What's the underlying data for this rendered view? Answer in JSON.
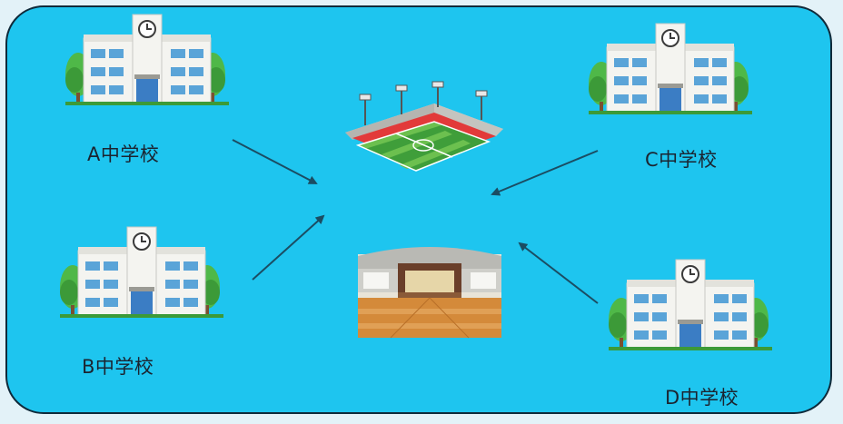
{
  "schools": [
    {
      "label": "A中学校"
    },
    {
      "label": "B中学校"
    },
    {
      "label": "C中学校"
    },
    {
      "label": "D中学校"
    }
  ],
  "colors": {
    "panel": "#1ec5ef",
    "border": "#0f2a3a",
    "arrow": "#1b4d63",
    "tree": "#4fb848",
    "building": "#f4f4f0",
    "window": "#5aa4d8"
  },
  "icons": [
    "school-building-icon",
    "soccer-stadium-icon",
    "gymnasium-icon",
    "arrow-icon"
  ]
}
